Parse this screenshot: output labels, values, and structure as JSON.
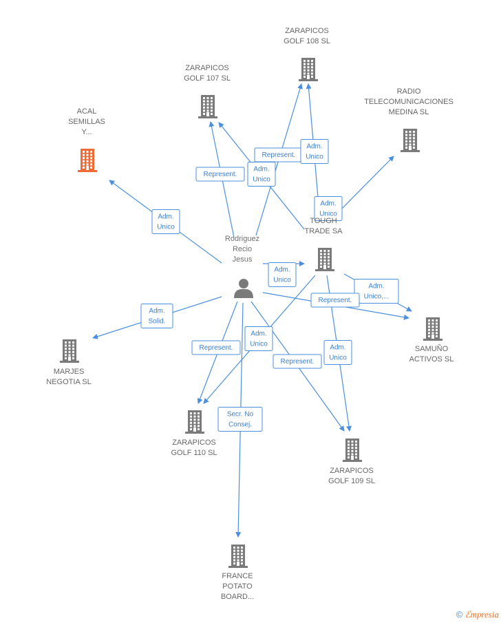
{
  "colors": {
    "edge": "#4a8fde",
    "building": "#7a7a7a",
    "highlight": "#f06a35",
    "person": "#7a7a7a",
    "label": "#666666"
  },
  "person": {
    "id": "rodriguez",
    "label_lines": [
      "Rodriguez",
      "Recio",
      "Jesus"
    ],
    "icon": "person-icon"
  },
  "companies": [
    {
      "id": "zarapicos108",
      "label_lines": [
        "ZARAPICOS",
        "GOLF 108 SL"
      ],
      "highlight": false,
      "icon": "building-icon"
    },
    {
      "id": "zarapicos107",
      "label_lines": [
        "ZARAPICOS",
        "GOLF 107 SL"
      ],
      "highlight": false,
      "icon": "building-icon"
    },
    {
      "id": "acal",
      "label_lines": [
        "ACAL",
        "SEMILLAS",
        "Y..."
      ],
      "highlight": true,
      "icon": "building-icon"
    },
    {
      "id": "radio",
      "label_lines": [
        "RADIO",
        "TELECOMUNICACIONES",
        "MEDINA  SL"
      ],
      "highlight": false,
      "icon": "building-icon"
    },
    {
      "id": "tough",
      "label_lines": [
        "TOUGH",
        "TRADE SA"
      ],
      "highlight": false,
      "icon": "building-icon"
    },
    {
      "id": "samuno",
      "label_lines": [
        "SAMUÑO",
        "ACTIVOS SL"
      ],
      "highlight": false,
      "icon": "building-icon"
    },
    {
      "id": "marjes",
      "label_lines": [
        "MARJES",
        "NEGOTIA SL"
      ],
      "highlight": false,
      "icon": "building-icon"
    },
    {
      "id": "zarapicos110",
      "label_lines": [
        "ZARAPICOS",
        "GOLF 110 SL"
      ],
      "highlight": false,
      "icon": "building-icon"
    },
    {
      "id": "zarapicos109",
      "label_lines": [
        "ZARAPICOS",
        "GOLF 109 SL"
      ],
      "highlight": false,
      "icon": "building-icon"
    },
    {
      "id": "france",
      "label_lines": [
        "FRANCE",
        "POTATO",
        "BOARD..."
      ],
      "highlight": false,
      "icon": "building-icon"
    }
  ],
  "edges": [
    {
      "from": "rodriguez",
      "to": "acal",
      "label_lines": [
        "Adm.",
        "Unico"
      ]
    },
    {
      "from": "rodriguez",
      "to": "zarapicos107",
      "label_lines": [
        "Represent."
      ]
    },
    {
      "from": "tough",
      "to": "zarapicos107",
      "label_lines": [
        "Adm.",
        "Unico"
      ]
    },
    {
      "from": "rodriguez",
      "to": "zarapicos108",
      "label_lines": [
        "Represent."
      ]
    },
    {
      "from": "tough",
      "to": "zarapicos108",
      "label_lines": [
        "Adm.",
        "Unico"
      ]
    },
    {
      "from": "tough",
      "to": "radio",
      "label_lines": [
        "Adm.",
        "Unico"
      ]
    },
    {
      "from": "rodriguez",
      "to": "tough",
      "label_lines": [
        "Adm.",
        "Unico"
      ]
    },
    {
      "from": "tough",
      "to": "samuno",
      "label_lines": [
        "Adm.",
        "Unico,..."
      ]
    },
    {
      "from": "rodriguez",
      "to": "samuno",
      "label_lines": [
        "Represent."
      ]
    },
    {
      "from": "rodriguez",
      "to": "marjes",
      "label_lines": [
        "Adm.",
        "Solid."
      ]
    },
    {
      "from": "rodriguez",
      "to": "zarapicos110",
      "label_lines": [
        "Represent."
      ]
    },
    {
      "from": "tough",
      "to": "zarapicos110",
      "label_lines": [
        "Adm.",
        "Unico"
      ]
    },
    {
      "from": "rodriguez",
      "to": "zarapicos109",
      "label_lines": [
        "Represent."
      ]
    },
    {
      "from": "tough",
      "to": "zarapicos109",
      "label_lines": [
        "Adm.",
        "Unico"
      ]
    },
    {
      "from": "rodriguez",
      "to": "france",
      "label_lines": [
        "Secr.  No",
        "Consej."
      ]
    }
  ],
  "footer": {
    "copyright_symbol": "©",
    "brand_initial": "ℰ",
    "brand_rest": "mpresia"
  }
}
